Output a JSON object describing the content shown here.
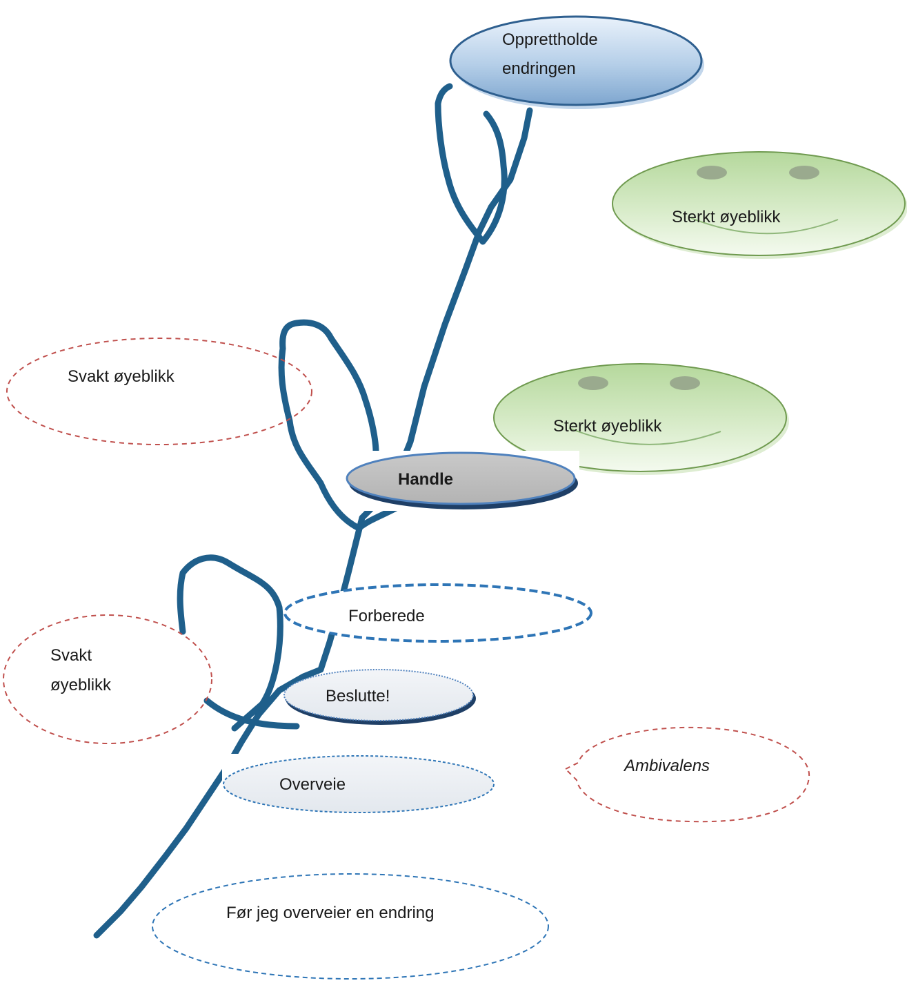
{
  "nodes": {
    "maintain": {
      "line1": "Opprettholde",
      "line2": "endringen"
    },
    "strong_top": {
      "label": "Sterkt øyeblikk"
    },
    "strong_mid": {
      "label": "Sterkt øyeblikk"
    },
    "weak_top": {
      "label": "Svakt øyeblikk"
    },
    "weak_bottom": {
      "line1": "Svakt",
      "line2": "øyeblikk"
    },
    "act": {
      "label": "Handle"
    },
    "prepare": {
      "label": "Forberede"
    },
    "decide": {
      "label": "Beslutte!"
    },
    "consider": {
      "label": "Overveie"
    },
    "ambivalence": {
      "label": "Ambivalens"
    },
    "precontemplation": {
      "label": "Før jeg overveier en endring"
    }
  },
  "colors": {
    "path": "#1f5f8b",
    "weak_outline": "#c0504d",
    "blue_outline": "#2e75b6",
    "green_fill": "#c5e0b4",
    "green_edge": "#538135",
    "grey_fill": "#bfbfbf"
  }
}
